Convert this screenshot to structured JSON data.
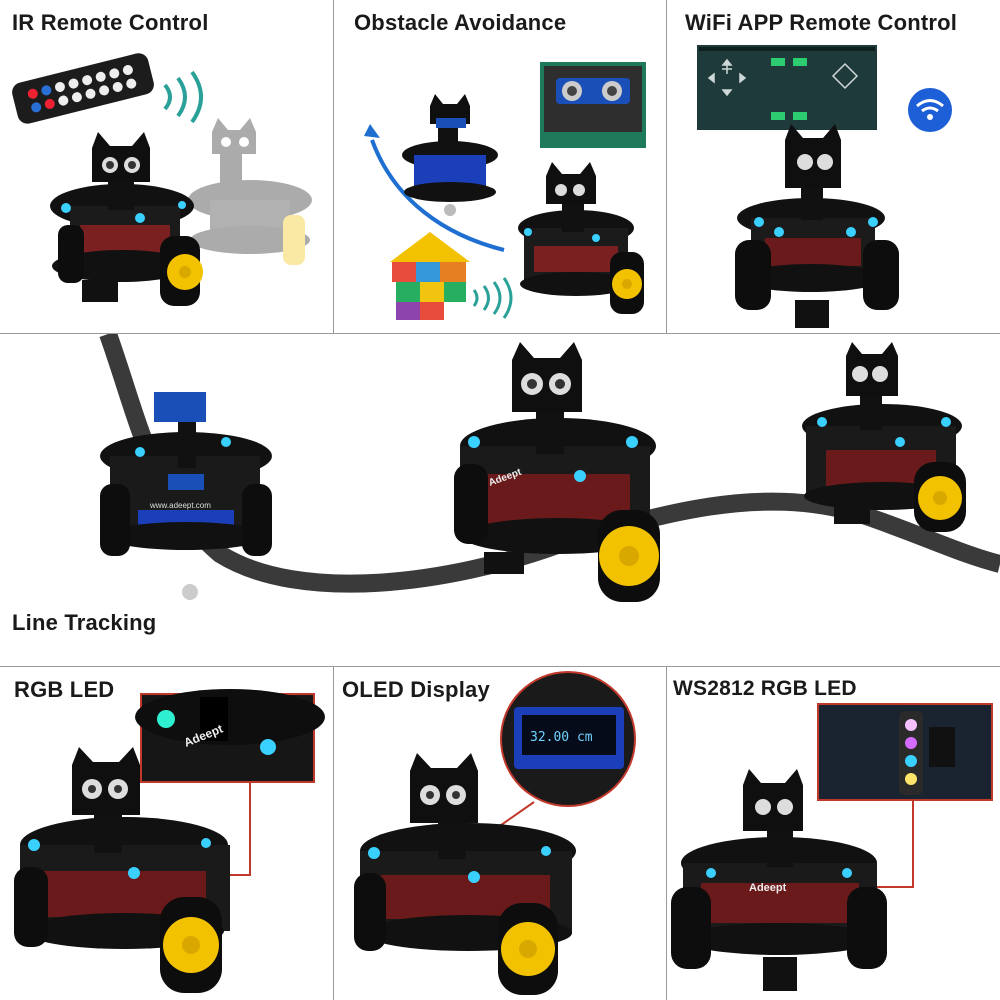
{
  "panels": {
    "ir": {
      "title": "IR Remote Control"
    },
    "obstacle": {
      "title": "Obstacle Avoidance"
    },
    "wifi": {
      "title": "WiFi APP Remote Control"
    },
    "line": {
      "title": "Line Tracking"
    },
    "rgb": {
      "title": "RGB LED"
    },
    "oled": {
      "title": "OLED Display",
      "screen_text": "32.00 cm"
    },
    "ws2812": {
      "title": "WS2812 RGB LED"
    }
  },
  "brand": {
    "name": "Adeept",
    "url": "www.adeept.com"
  },
  "colors": {
    "blue_led": "#3ad0ff",
    "wheel_yellow": "#f2c200",
    "chassis": "#111111",
    "arrow_blue": "#1f6fd1",
    "callout_red": "#c0392b",
    "track": "#3a3a3a",
    "wifi_badge": "#1d5fd6"
  },
  "icons": [
    "ir-remote-icon",
    "signal-waves-icon",
    "ultrasonic-sensor-icon",
    "wifi-icon",
    "phone-app-icon",
    "oled-screen-icon",
    "led-strip-icon"
  ]
}
